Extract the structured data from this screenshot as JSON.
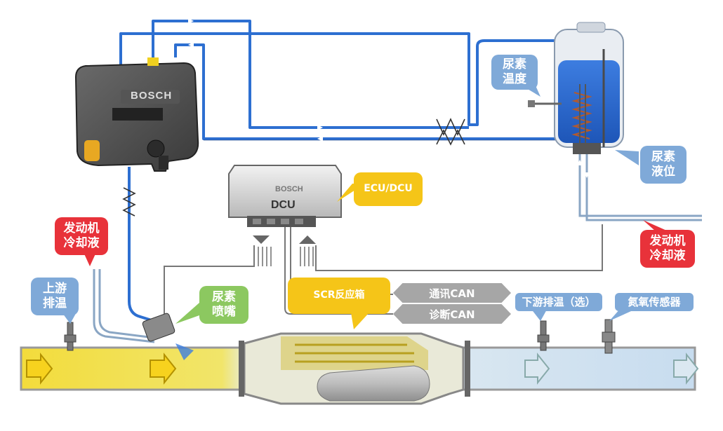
{
  "labels": {
    "urea_temp": [
      "尿素",
      "温度"
    ],
    "urea_level": [
      "尿素",
      "液位"
    ],
    "ecu_dcu": "ECU/DCU",
    "coolant_left": [
      "发动机",
      "冷却液"
    ],
    "coolant_right": [
      "发动机",
      "冷却液"
    ],
    "upstream_temp": [
      "上游",
      "排温"
    ],
    "urea_nozzle": [
      "尿素",
      "喷嘴"
    ],
    "scr_box": "SCR反应箱",
    "comm_can": "通讯CAN",
    "diag_can": "诊断CAN",
    "downstream_temp": "下游排温（选）",
    "nox_sensor": "氮氧传感器"
  },
  "brands": {
    "pump_brand": "BOSCH",
    "dcu_brand": "BOSCH",
    "dcu_name": "DCU"
  },
  "colors": {
    "urea_line": "#2d6fd1",
    "exhaust_hot": "#f2e04a",
    "exhaust_clean": "#c9dff0",
    "callout_blue": "#7fa9d8",
    "callout_red": "#e8323a",
    "callout_green": "#8cc860",
    "callout_yellow": "#f5c518"
  }
}
